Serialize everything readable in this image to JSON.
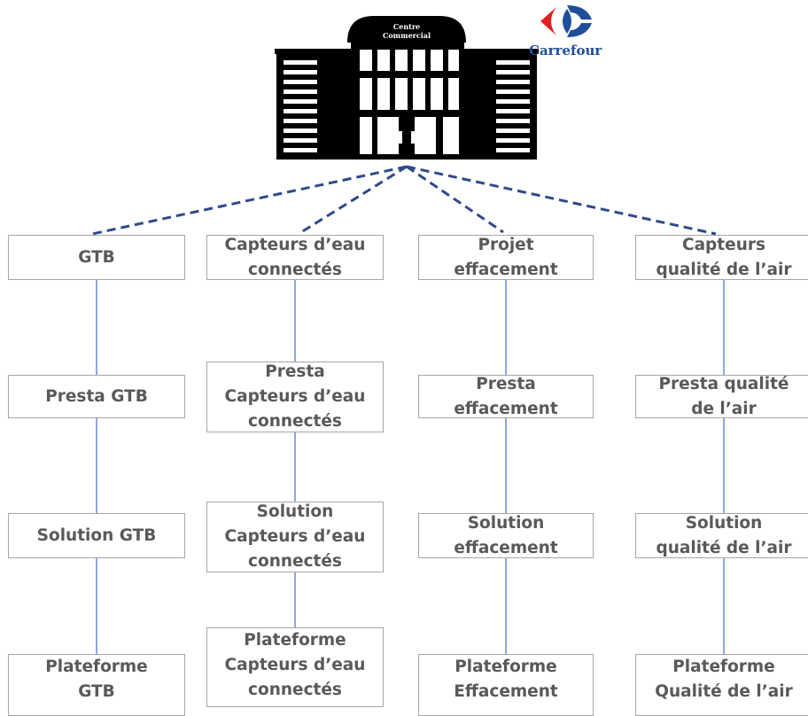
{
  "building": {
    "sign_line1": "Centre",
    "sign_line2": "Commercial"
  },
  "brand": {
    "name": "Carrefour",
    "blue": "#1f4e9a",
    "red": "#e02020"
  },
  "colors": {
    "dashed_connector": "#2e4a8b",
    "tree_line": "#8ea9db",
    "box_border": "#a6a6a6",
    "box_text": "#595959"
  },
  "columns": [
    {
      "top": "GTB",
      "presta": "Presta GTB",
      "solution": "Solution GTB",
      "plateforme": "Plateforme\nGTB"
    },
    {
      "top": "Capteurs d’eau\nconnectés",
      "presta": "Presta\nCapteurs d’eau\nconnectés",
      "solution": "Solution\nCapteurs d’eau\nconnectés",
      "plateforme": "Plateforme\nCapteurs d’eau\nconnectés"
    },
    {
      "top": "Projet\neffacement",
      "presta": "Presta\neffacement",
      "solution": "Solution\neffacement",
      "plateforme": "Plateforme\nEffacement"
    },
    {
      "top": "Capteurs\nqualité de l’air",
      "presta": "Presta qualité\nde l’air",
      "solution": "Solution\nqualité de l’air",
      "plateforme": "Plateforme\nQualité de l’air"
    }
  ]
}
